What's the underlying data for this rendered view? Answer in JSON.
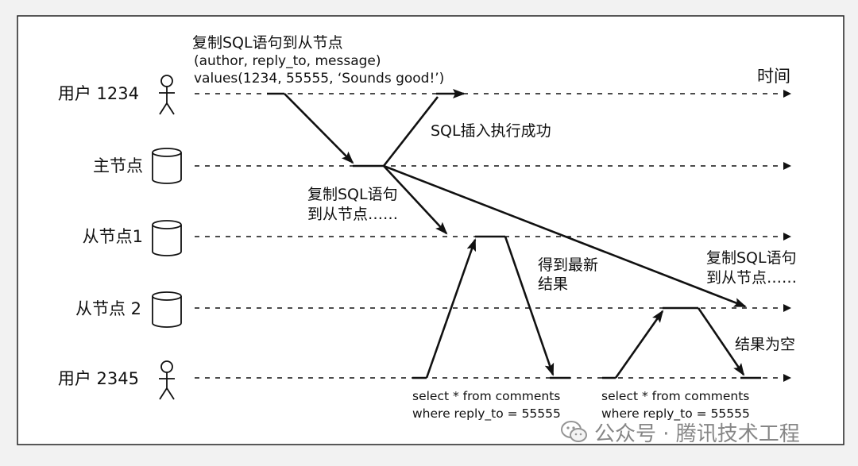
{
  "actors": {
    "user1": "用户 1234",
    "leader": "主节点",
    "follower1": "从节点1",
    "follower2": "从节点 2",
    "user2": "用户 2345"
  },
  "time_label": "时间",
  "notes": {
    "replicate_top_title": "复制SQL语句到从节点",
    "replicate_top_line2": "(author, reply_to, message)",
    "replicate_top_line3": "values(1234, 55555, ‘Sounds good!’)",
    "insert_success": "SQL插入执行成功",
    "replicate_f1_line1": "复制SQL语句",
    "replicate_f1_line2": "到从节点……",
    "latest_line1": "得到最新",
    "latest_line2": "结果",
    "replicate_f2_line1": "复制SQL语句",
    "replicate_f2_line2": "到从节点……",
    "empty_result": "结果为空"
  },
  "queries": {
    "q1_line1": "select * from comments",
    "q1_line2": "where reply_to = 55555",
    "q2_line1": "select * from comments",
    "q2_line2": "where reply_to = 55555"
  },
  "watermark": {
    "text": "公众号 · 腾讯技术工程",
    "icon": "wechat-icon"
  },
  "colors": {
    "background": "#f2f2f2",
    "panel": "#ffffff",
    "ink": "#111111"
  }
}
